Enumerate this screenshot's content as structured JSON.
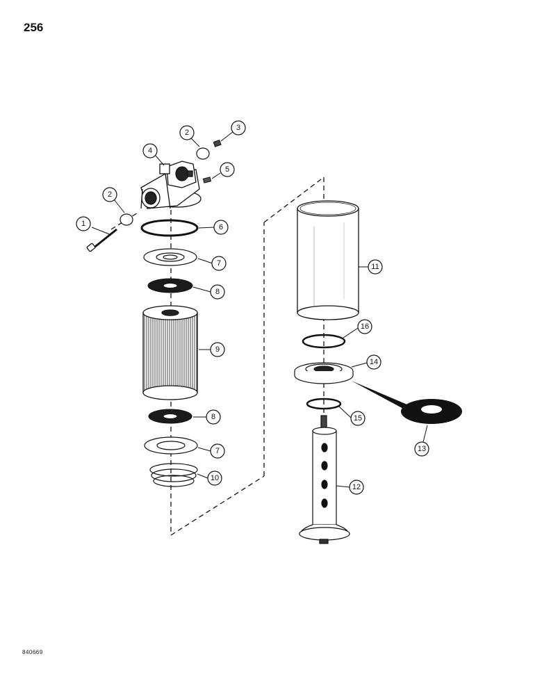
{
  "page_number": "256",
  "document_code": "840669",
  "callouts": {
    "1": "1",
    "2a": "2",
    "2b": "2",
    "3": "3",
    "4": "4",
    "5": "5",
    "6": "6",
    "7a": "7",
    "7b": "7",
    "8a": "8",
    "8b": "8",
    "9": "9",
    "10": "10",
    "11": "11",
    "12": "12",
    "13": "13",
    "14": "14",
    "15": "15",
    "16": "16"
  }
}
